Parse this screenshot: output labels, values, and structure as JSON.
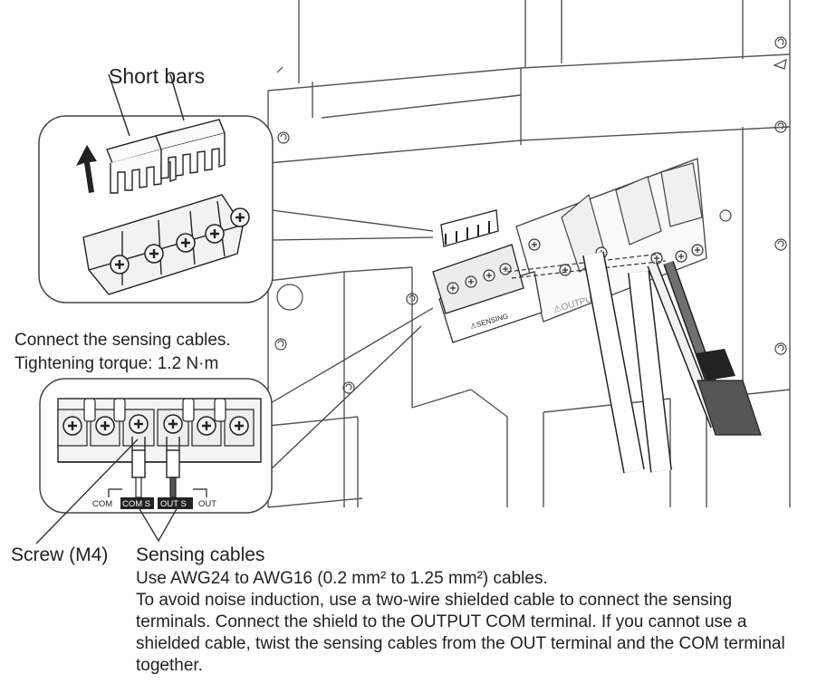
{
  "labels": {
    "short_bars": "Short bars",
    "connect_line1": "Connect the sensing cables.",
    "connect_line2": "Tightening torque: 1.2 N·m",
    "screw": "Screw (M4)",
    "sensing_cables": "Sensing cables"
  },
  "terminal_labels": {
    "com": "COM",
    "com_s": "COM S",
    "out_s": "OUT S",
    "out": "OUT"
  },
  "panel_text": {
    "sensing": "⚠SENSING",
    "output": "⚠OUTPUT"
  },
  "notes": {
    "line1": "Use AWG24 to AWG16 (0.2 mm² to 1.25 mm²) cables.",
    "line2": "To avoid noise induction, use a two-wire shielded cable to connect the sensing terminals. Connect the shield to the OUTPUT COM terminal. If you cannot use a shielded cable, twist the sensing cables from the OUT terminal and the COM terminal together."
  }
}
